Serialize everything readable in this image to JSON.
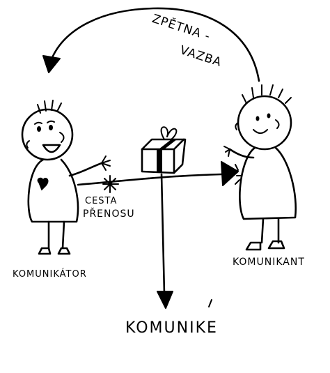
{
  "labels": {
    "feedback_line1": "ZPĚTNA -",
    "feedback_line2": "VAZBA",
    "channel_line1": "CESTA",
    "channel_line2": "PŘENOSU",
    "sender": "KOMUNIKÁTOR",
    "receiver": "KOMUNIKANT",
    "message": "KOMUNIKE"
  }
}
